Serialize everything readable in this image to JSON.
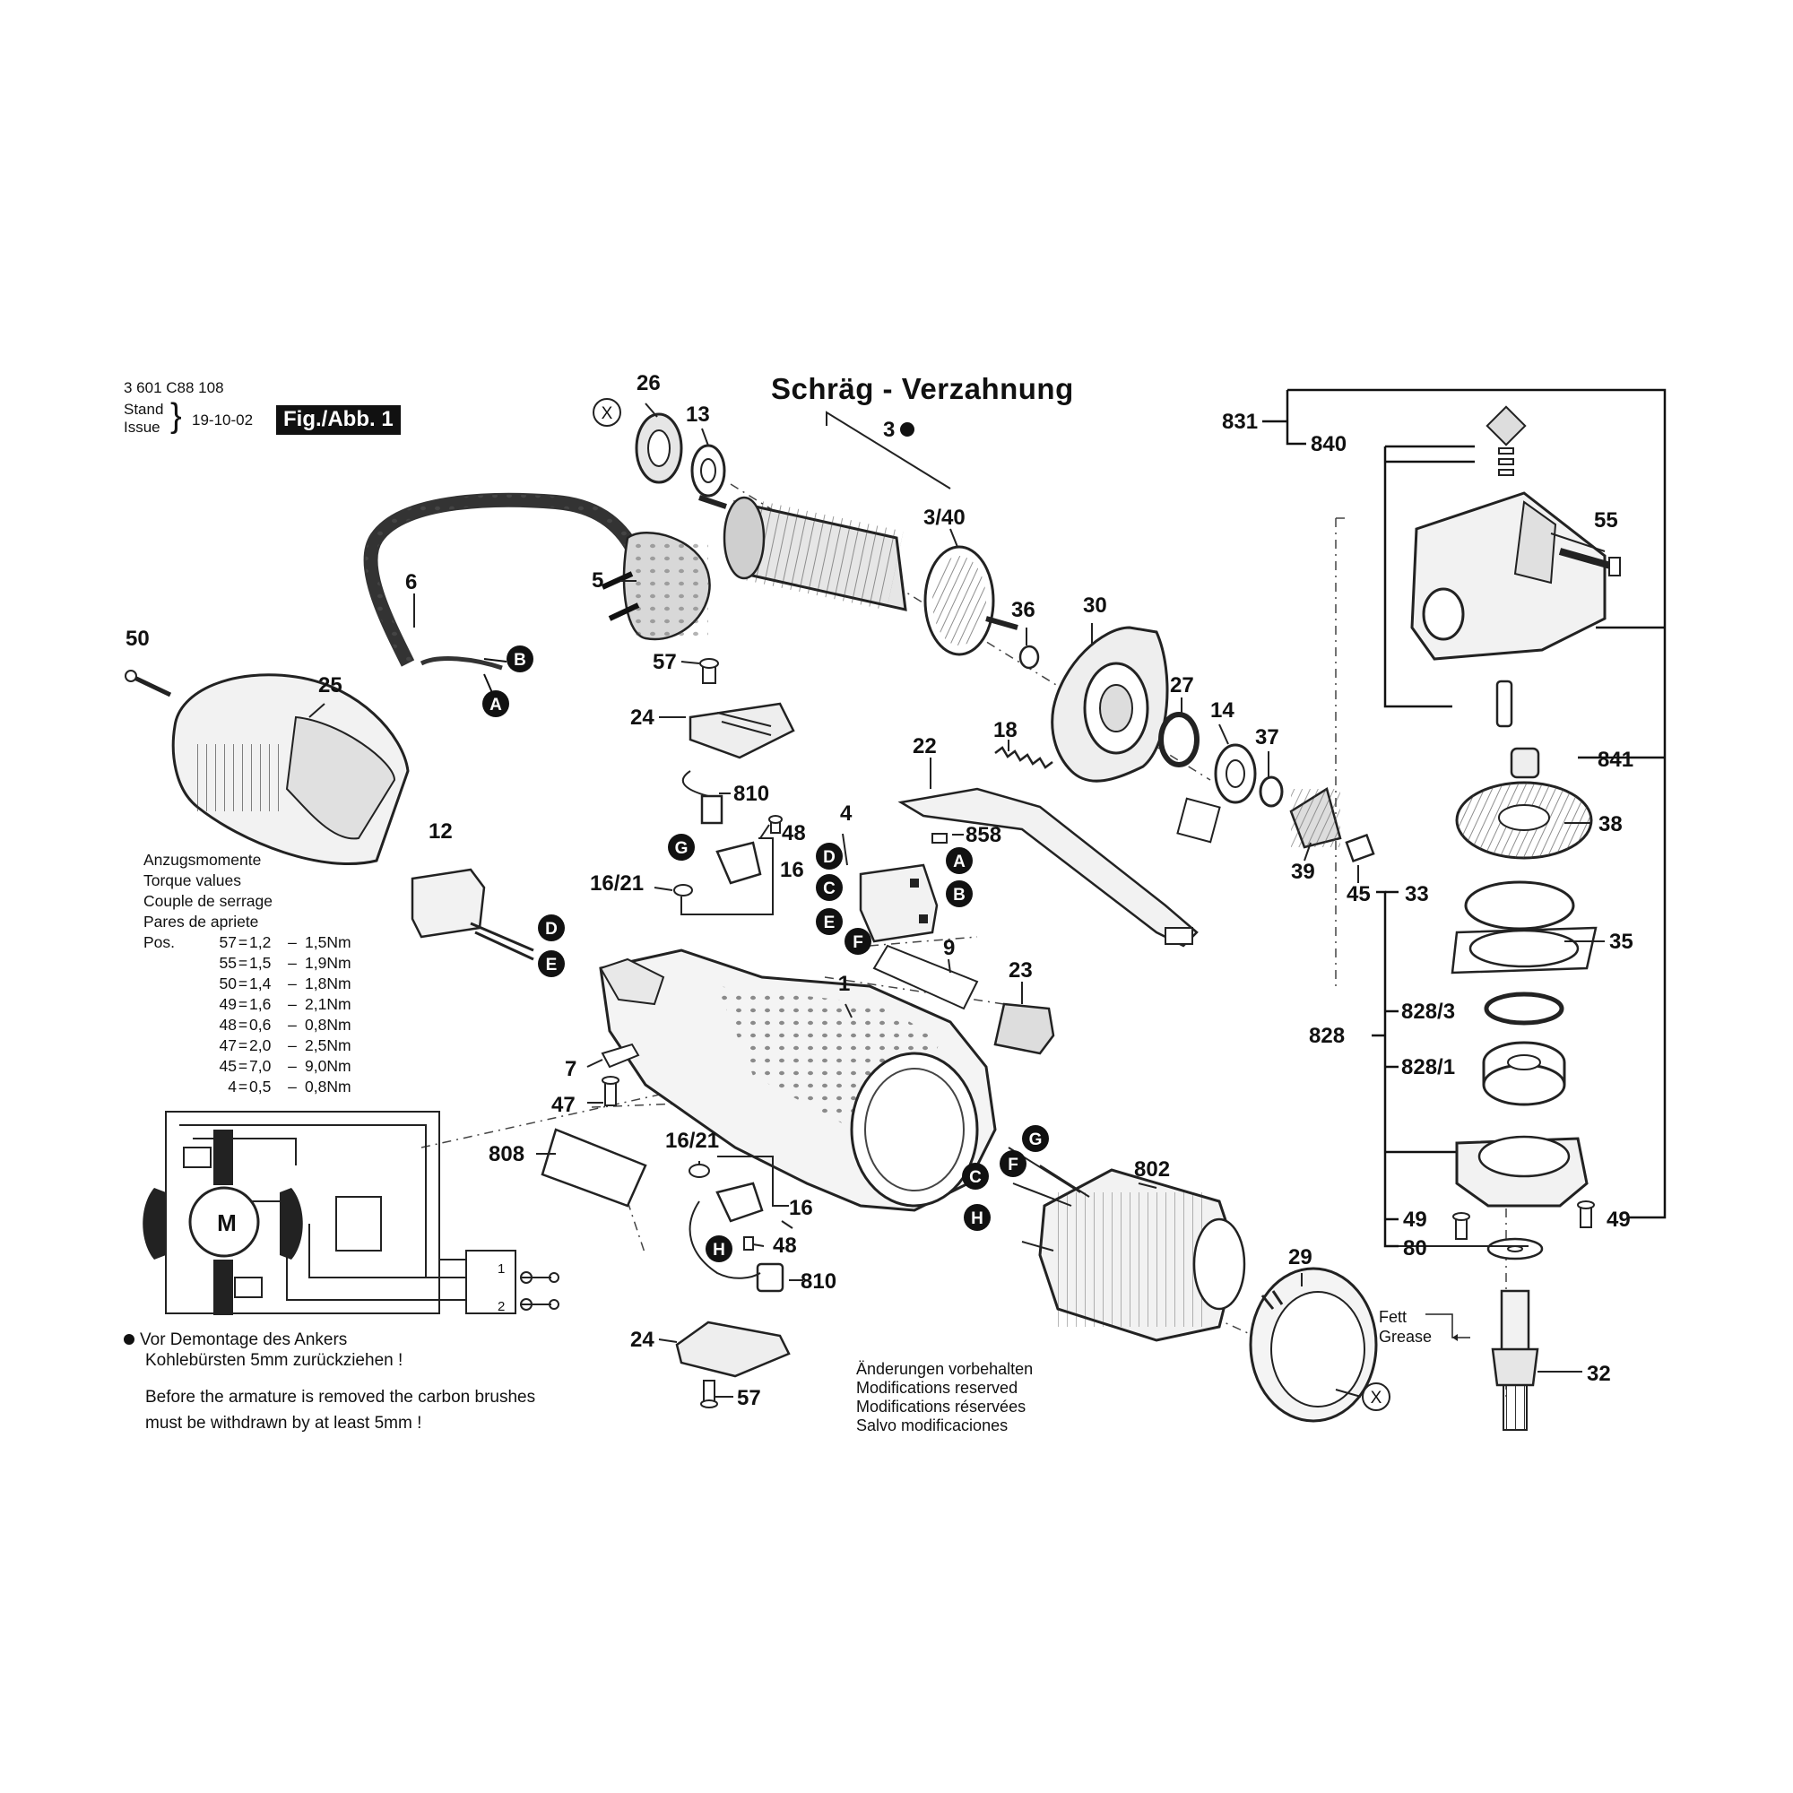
{
  "header": {
    "part_number": "3 601 C88 108",
    "stand_label": "Stand",
    "issue_label": "Issue",
    "date": "19-10-02",
    "figure_label": "Fig./Abb. 1",
    "title": "Schräg - Verzahnung"
  },
  "torque": {
    "titles": [
      "Anzugsmomente",
      "Torque values",
      "Couple de serrage",
      "Pares de apriete"
    ],
    "pos_label": "Pos.",
    "rows": [
      {
        "pos": "57",
        "v1": "1,2",
        "v2": "1,5Nm"
      },
      {
        "pos": "55",
        "v1": "1,5",
        "v2": "1,9Nm"
      },
      {
        "pos": "50",
        "v1": "1,4",
        "v2": "1,8Nm"
      },
      {
        "pos": "49",
        "v1": "1,6",
        "v2": "2,1Nm"
      },
      {
        "pos": "48",
        "v1": "0,6",
        "v2": "0,8Nm"
      },
      {
        "pos": "47",
        "v1": "2,0",
        "v2": "2,5Nm"
      },
      {
        "pos": "45",
        "v1": "7,0",
        "v2": "9,0Nm"
      },
      {
        "pos": "4",
        "v1": "0,5",
        "v2": "0,8Nm"
      }
    ]
  },
  "notes": {
    "warning_de_1": "Vor Demontage des Ankers",
    "warning_de_2": "Kohlebürsten 5mm zurückziehen !",
    "warning_en_1": "Before the armature is removed the carbon brushes",
    "warning_en_2": "must be withdrawn by at least 5mm !",
    "changes": [
      "Änderungen vorbehalten",
      "Modifications reserved",
      "Modifications réservées",
      "Salvo modificaciones"
    ],
    "grease_de": "Fett",
    "grease_en": "Grease"
  },
  "wiring": {
    "motor_label": "M",
    "switch_1": "1",
    "switch_2": "2"
  },
  "callouts": {
    "c26": "26",
    "c13": "13",
    "c3": "3",
    "c3_40": "3/40",
    "c5": "5",
    "c6": "6",
    "c50": "50",
    "c25": "25",
    "c57a": "57",
    "c24a": "24",
    "c810a": "810",
    "c48a": "48",
    "c16_21a": "16/21",
    "c16a": "16",
    "c12": "12",
    "c4": "4",
    "c858": "858",
    "c22": "22",
    "c18": "18",
    "c36": "36",
    "c30": "30",
    "c27": "27",
    "c14": "14",
    "c37": "37",
    "c39": "39",
    "c45": "45",
    "c9": "9",
    "c23": "23",
    "c1": "1",
    "c7": "7",
    "c47": "47",
    "c808": "808",
    "c16_21b": "16/21",
    "c16b": "16",
    "c48b": "48",
    "c810b": "810",
    "c24b": "24",
    "c57b": "57",
    "c802": "802",
    "c29": "29",
    "c831": "831",
    "c840": "840",
    "c55": "55",
    "c841": "841",
    "c38": "38",
    "c33": "33",
    "c35": "35",
    "c828_3": "828/3",
    "c828": "828",
    "c828_1": "828/1",
    "c49a": "49",
    "c49b": "49",
    "c80": "80",
    "c32": "32"
  },
  "connectors": {
    "a": "A",
    "b": "B",
    "c": "C",
    "d": "D",
    "e": "E",
    "f": "F",
    "g": "G",
    "h": "H",
    "x": "X"
  }
}
